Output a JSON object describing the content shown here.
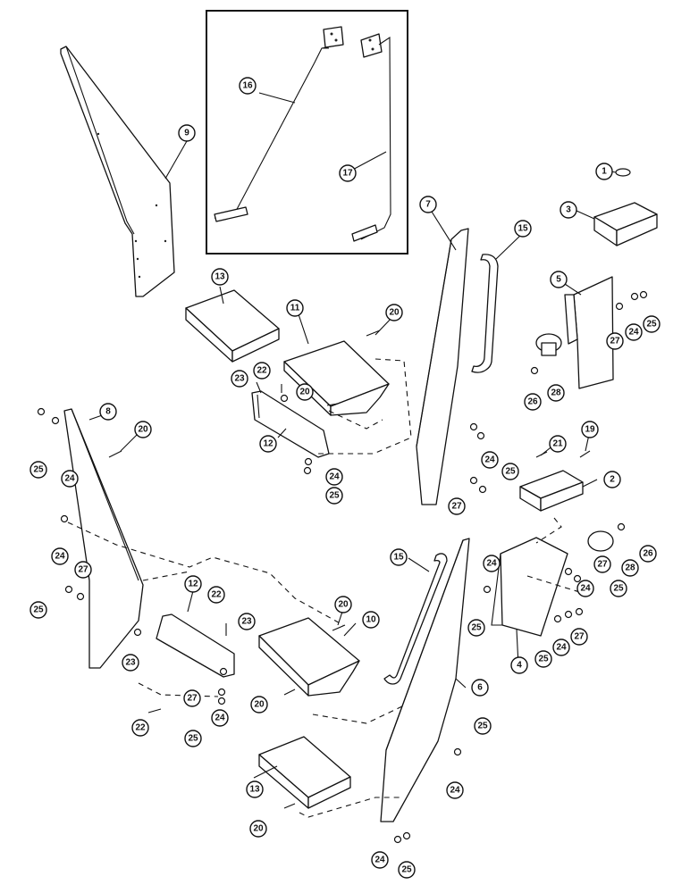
{
  "callouts": [
    {
      "id": "c1",
      "label": "1"
    },
    {
      "id": "c2",
      "label": "2"
    },
    {
      "id": "c3",
      "label": "3"
    },
    {
      "id": "c4",
      "label": "4"
    },
    {
      "id": "c5",
      "label": "5"
    },
    {
      "id": "c6",
      "label": "6"
    },
    {
      "id": "c7",
      "label": "7"
    },
    {
      "id": "c8",
      "label": "8"
    },
    {
      "id": "c9",
      "label": "9"
    },
    {
      "id": "c10",
      "label": "10"
    },
    {
      "id": "c11",
      "label": "11"
    },
    {
      "id": "c12a",
      "label": "12"
    },
    {
      "id": "c12b",
      "label": "12"
    },
    {
      "id": "c13a",
      "label": "13"
    },
    {
      "id": "c13b",
      "label": "13"
    },
    {
      "id": "c15a",
      "label": "15"
    },
    {
      "id": "c15b",
      "label": "15"
    },
    {
      "id": "c16",
      "label": "16"
    },
    {
      "id": "c17",
      "label": "17"
    },
    {
      "id": "c19",
      "label": "19"
    },
    {
      "id": "c20a",
      "label": "20"
    },
    {
      "id": "c20b",
      "label": "20"
    },
    {
      "id": "c20c",
      "label": "20"
    },
    {
      "id": "c20d",
      "label": "20"
    },
    {
      "id": "c20e",
      "label": "20"
    },
    {
      "id": "c20f",
      "label": "20"
    },
    {
      "id": "c21",
      "label": "21"
    },
    {
      "id": "c22a",
      "label": "22"
    },
    {
      "id": "c22b",
      "label": "22"
    },
    {
      "id": "c22c",
      "label": "22"
    },
    {
      "id": "c23a",
      "label": "23"
    },
    {
      "id": "c23b",
      "label": "23"
    },
    {
      "id": "c23c",
      "label": "23"
    },
    {
      "id": "c24a",
      "label": "24"
    },
    {
      "id": "c24b",
      "label": "24"
    },
    {
      "id": "c24c",
      "label": "24"
    },
    {
      "id": "c24d",
      "label": "24"
    },
    {
      "id": "c24e",
      "label": "24"
    },
    {
      "id": "c24f",
      "label": "24"
    },
    {
      "id": "c24g",
      "label": "24"
    },
    {
      "id": "c24h",
      "label": "24"
    },
    {
      "id": "c24i",
      "label": "24"
    },
    {
      "id": "c24j",
      "label": "24"
    },
    {
      "id": "c24k",
      "label": "24"
    },
    {
      "id": "c25a",
      "label": "25"
    },
    {
      "id": "c25b",
      "label": "25"
    },
    {
      "id": "c25c",
      "label": "25"
    },
    {
      "id": "c25d",
      "label": "25"
    },
    {
      "id": "c25e",
      "label": "25"
    },
    {
      "id": "c25f",
      "label": "25"
    },
    {
      "id": "c25g",
      "label": "25"
    },
    {
      "id": "c25h",
      "label": "25"
    },
    {
      "id": "c25i",
      "label": "25"
    },
    {
      "id": "c25j",
      "label": "25"
    },
    {
      "id": "c25k",
      "label": "25"
    },
    {
      "id": "c26a",
      "label": "26"
    },
    {
      "id": "c26b",
      "label": "26"
    },
    {
      "id": "c27a",
      "label": "27"
    },
    {
      "id": "c27b",
      "label": "27"
    },
    {
      "id": "c27c",
      "label": "27"
    },
    {
      "id": "c27d",
      "label": "27"
    },
    {
      "id": "c27e",
      "label": "27"
    },
    {
      "id": "c27f",
      "label": "27"
    },
    {
      "id": "c28a",
      "label": "28"
    },
    {
      "id": "c28b",
      "label": "28"
    }
  ]
}
